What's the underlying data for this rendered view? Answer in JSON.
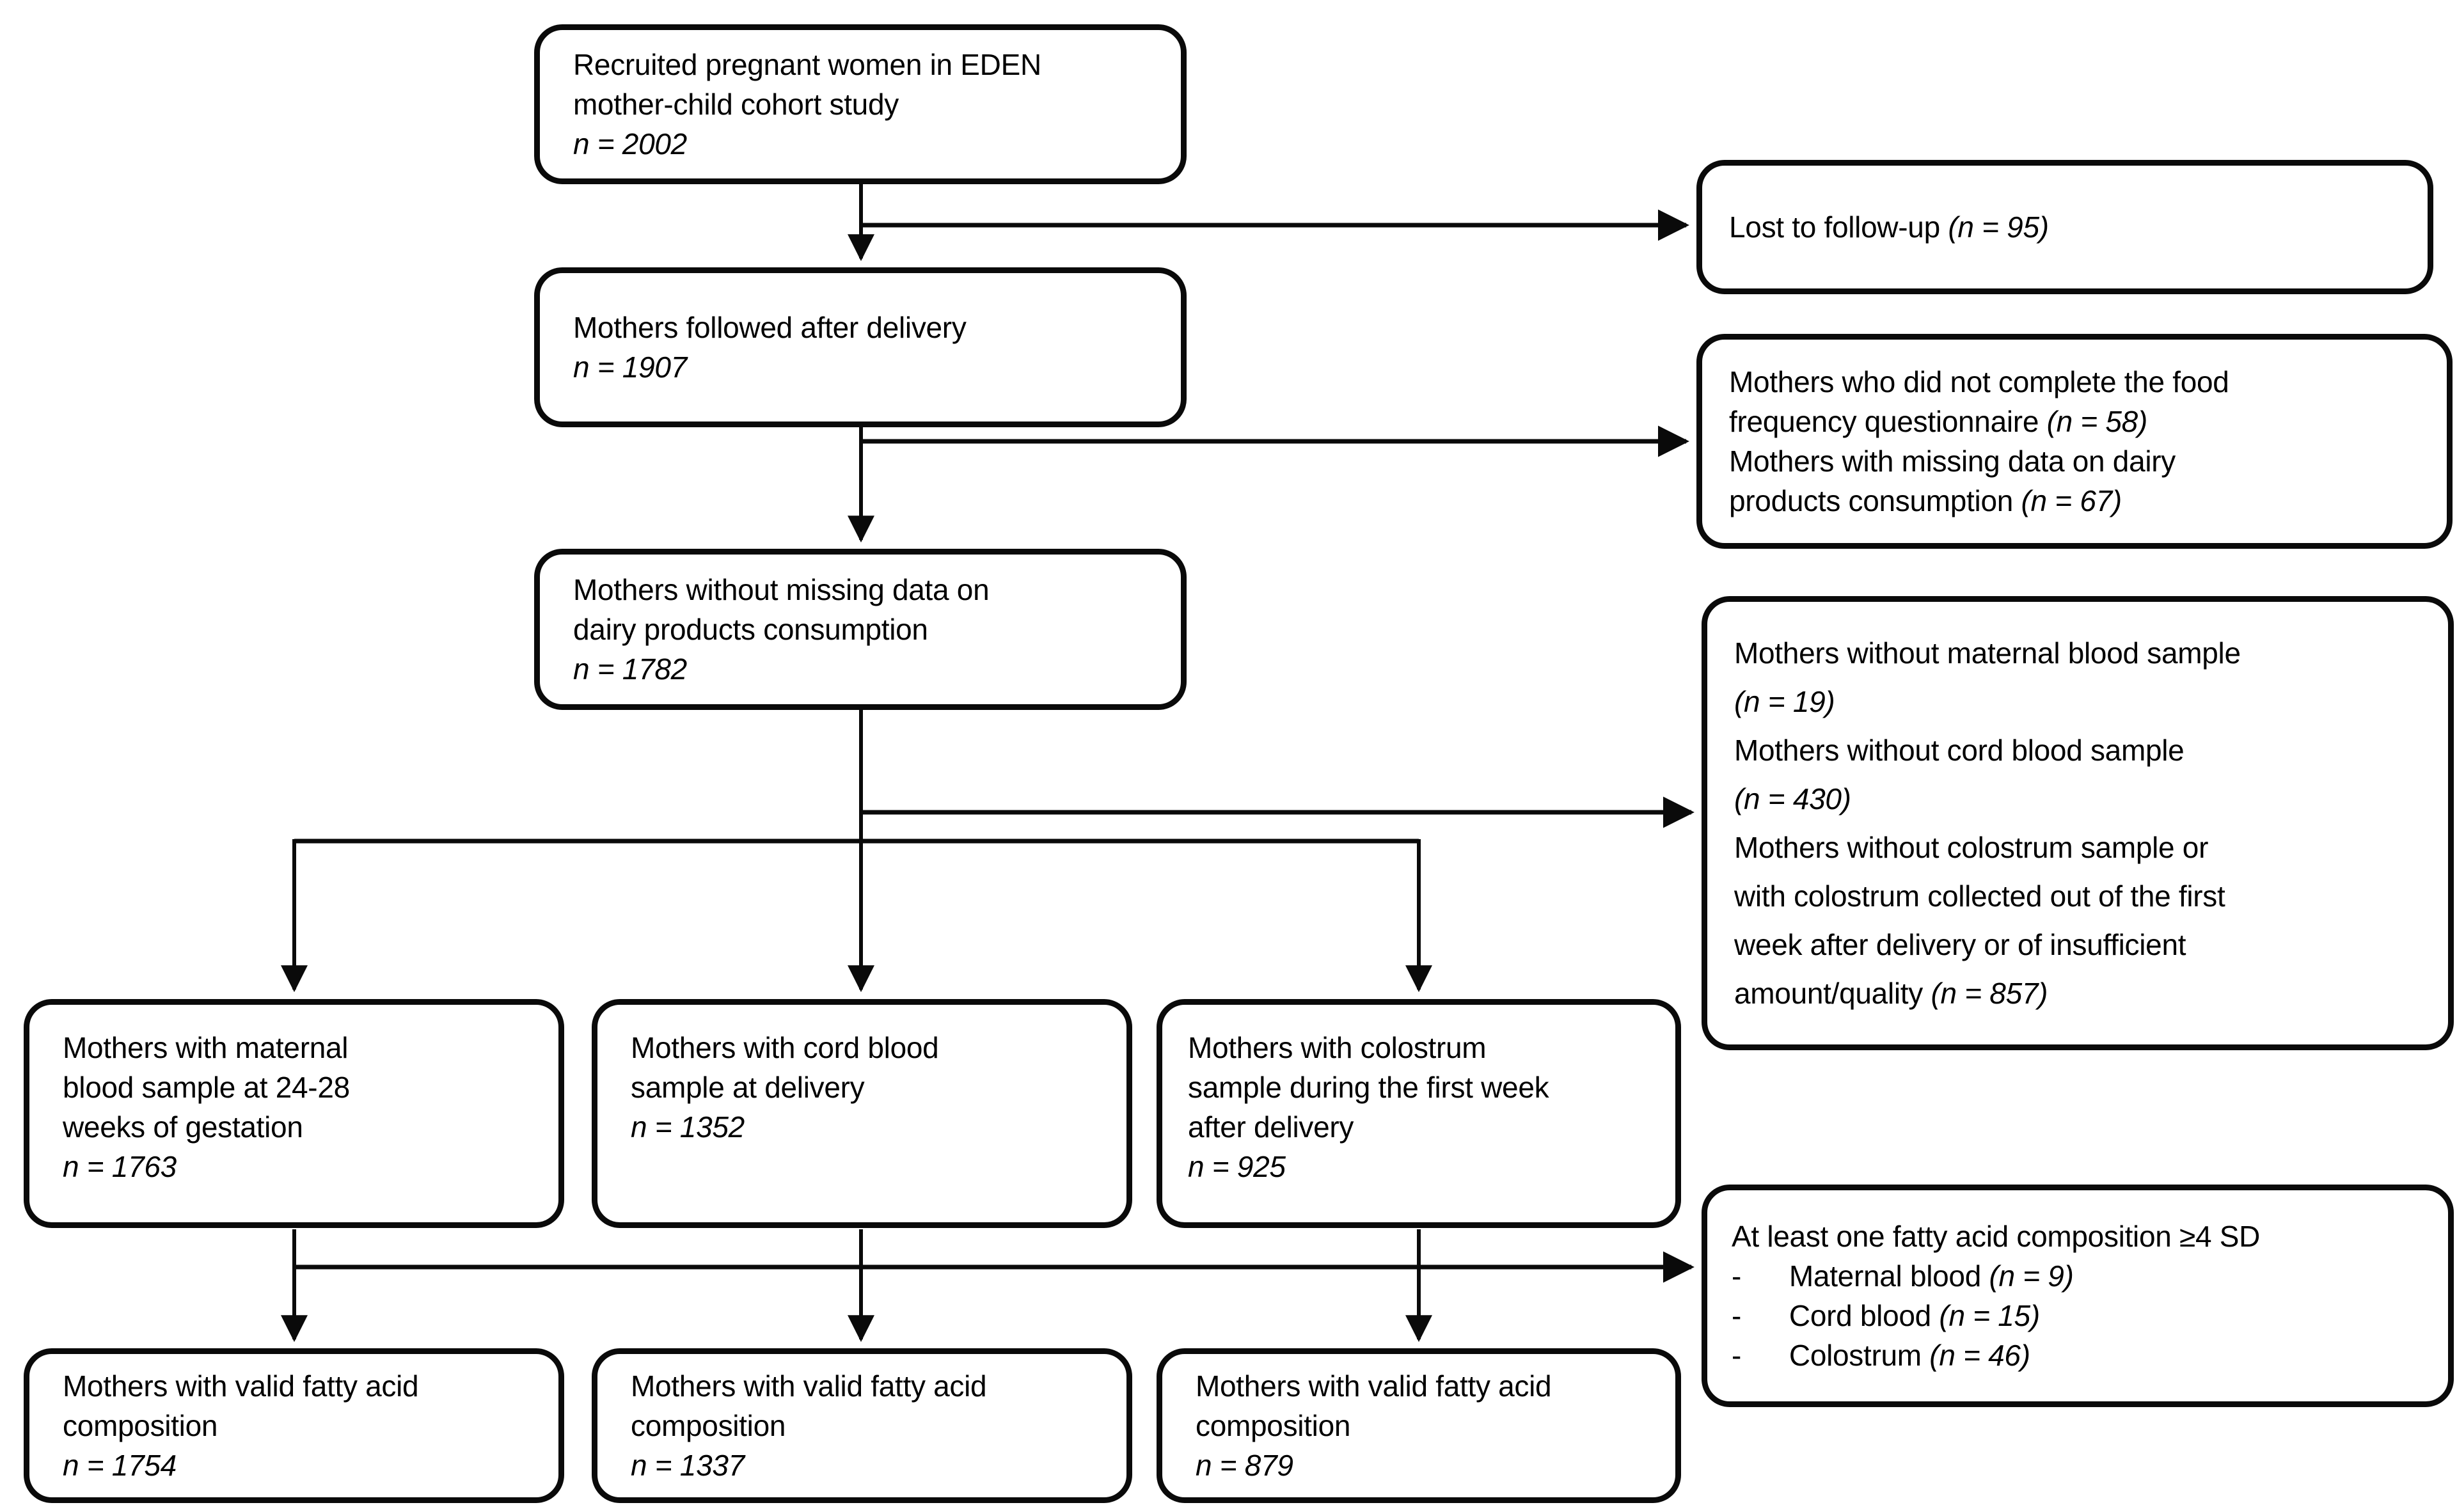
{
  "figure": {
    "background_color": "#ffffff",
    "line_color": "#0a0a0a",
    "text_color": "#000000"
  },
  "boxes": {
    "recruited": {
      "lines": [
        {
          "pre": "Recruited pregnant women in EDEN"
        },
        {
          "pre": "mother-child cohort study"
        },
        {
          "it": "n = 2002"
        }
      ]
    },
    "followed": {
      "lines": [
        {
          "pre": "Mothers followed after delivery"
        },
        {
          "it": "n = 1907"
        }
      ]
    },
    "nomissing": {
      "lines": [
        {
          "pre": "Mothers without missing data on"
        },
        {
          "pre": "dairy products consumption"
        },
        {
          "it": "n = 1782"
        }
      ]
    },
    "maternal": {
      "lines": [
        {
          "pre": "Mothers with maternal"
        },
        {
          "pre": "blood sample at 24-28"
        },
        {
          "pre": "weeks of gestation"
        },
        {
          "it": "n = 1763"
        }
      ]
    },
    "cord": {
      "lines": [
        {
          "pre": "Mothers with cord blood"
        },
        {
          "pre": "sample at delivery"
        },
        {
          "it": "n = 1352"
        }
      ]
    },
    "colostrum": {
      "lines": [
        {
          "pre": "Mothers with colostrum"
        },
        {
          "pre": "sample during the first week"
        },
        {
          "pre": "after delivery"
        },
        {
          "it": "n = 925"
        }
      ]
    },
    "valid_maternal": {
      "lines": [
        {
          "pre": "Mothers with valid fatty acid"
        },
        {
          "pre": "composition"
        },
        {
          "it": "n = 1754"
        }
      ]
    },
    "valid_cord": {
      "lines": [
        {
          "pre": "Mothers with valid fatty acid"
        },
        {
          "pre": "composition"
        },
        {
          "it": "n = 1337"
        }
      ]
    },
    "valid_colostrum": {
      "lines": [
        {
          "pre": "Mothers with valid fatty acid"
        },
        {
          "pre": "composition"
        },
        {
          "it": "n = 879"
        }
      ]
    },
    "lost": {
      "lines": [
        {
          "pre": "Lost to follow-up ",
          "it": "(n = 95)"
        }
      ]
    },
    "ffq": {
      "lines": [
        {
          "pre": "Mothers who did not complete the food"
        },
        {
          "pre": "frequency questionnaire ",
          "it": "(n = 58)"
        },
        {
          "pre": "Mothers with missing data on dairy"
        },
        {
          "pre": "products consumption ",
          "it": "(n = 67)"
        }
      ]
    },
    "exclusions": {
      "lines": [
        {
          "pre": "Mothers without maternal blood sample"
        },
        {
          "it": "(n = 19)"
        },
        {
          "pre": "Mothers without cord blood sample"
        },
        {
          "it": "(n = 430)"
        },
        {
          "pre": "Mothers without colostrum sample or"
        },
        {
          "pre": "with colostrum collected out of the first"
        },
        {
          "pre": "week after delivery or of insufficient"
        },
        {
          "pre": "amount/quality ",
          "it": "(n = 857)"
        }
      ]
    },
    "sd4": {
      "lines": [
        {
          "pre": "At least one fatty acid composition ≥4 SD"
        },
        {
          "pre": "-      Maternal blood ",
          "it": "(n = 9)"
        },
        {
          "pre": "-      Cord blood ",
          "it": "(n = 15)"
        },
        {
          "pre": "-      Colostrum ",
          "it": "(n = 46)"
        }
      ]
    }
  }
}
